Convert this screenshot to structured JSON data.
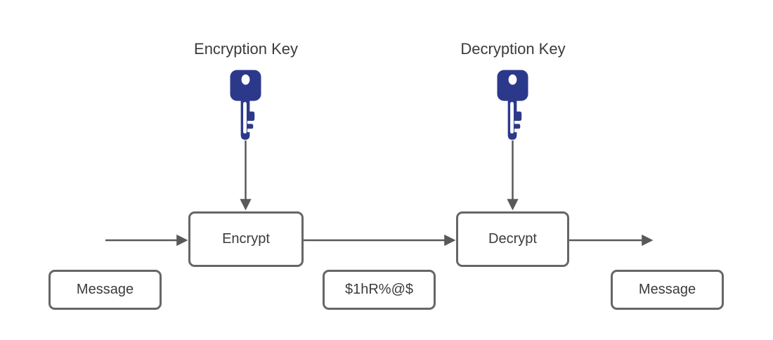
{
  "diagram": {
    "encryption_key_title": "Encryption Key",
    "decryption_key_title": "Decryption Key",
    "boxes": {
      "encrypt": "Encrypt",
      "decrypt": "Decrypt",
      "message_input": "Message",
      "ciphertext": "$1hR%@$",
      "message_output": "Message"
    },
    "icons": {
      "encryption_key": "key-icon",
      "decryption_key": "key-icon"
    },
    "colors": {
      "key_fill": "#2c398b",
      "key_hole": "#ffffff",
      "box_border": "#666666",
      "box_fill": "#ffffff",
      "arrow": "#595959",
      "text": "#3b3b3b",
      "background": "#ffffff"
    }
  }
}
